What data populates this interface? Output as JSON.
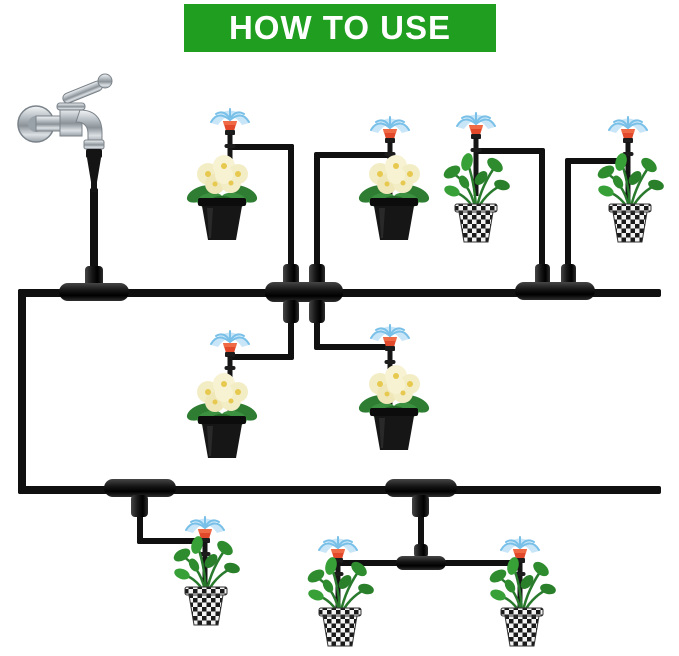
{
  "header": {
    "title": "HOW TO USE",
    "background_color": "#1f9e1f",
    "text_color": "#ffffff"
  },
  "scene": {
    "description": "Drip irrigation watering kit usage diagram: outdoor faucet feeds black tubing through tee, cross and coupling connectors to misting sprinkler stakes placed in potted plants",
    "faucet": {
      "name": "outdoor-faucet-with-hose-adapter",
      "finish_color": "#c9ced2"
    },
    "tubing_color": "#101010",
    "connectors": [
      {
        "name": "tee-connector-under-faucet"
      },
      {
        "name": "four-way-cross-connector"
      },
      {
        "name": "double-coupling-connector"
      },
      {
        "name": "tee-connector-lower-left"
      },
      {
        "name": "tee-connector-lower-right"
      },
      {
        "name": "small-tee-connector-bottom"
      }
    ],
    "sprinklers": {
      "count": 9,
      "type": "misting-sprinkler-stake",
      "nozzle_color": "#e2492b",
      "spray_color": "#9fd2f0",
      "stake_color": "#151515"
    },
    "plants": [
      {
        "id": 1,
        "type": "yellow-flowers-black-pot"
      },
      {
        "id": 2,
        "type": "yellow-flowers-black-pot"
      },
      {
        "id": 3,
        "type": "green-plant-checkered-pot"
      },
      {
        "id": 4,
        "type": "green-plant-checkered-pot"
      },
      {
        "id": 5,
        "type": "yellow-flowers-black-pot"
      },
      {
        "id": 6,
        "type": "yellow-flowers-black-pot"
      },
      {
        "id": 7,
        "type": "green-plant-checkered-pot"
      },
      {
        "id": 8,
        "type": "green-plant-checkered-pot"
      },
      {
        "id": 9,
        "type": "green-plant-checkered-pot"
      }
    ],
    "pot_colors": {
      "black_pot": "#161616",
      "checkered_pot": "black-white-check"
    },
    "flower_color": "#f3edc6",
    "leaf_color": "#2e8b2e"
  }
}
